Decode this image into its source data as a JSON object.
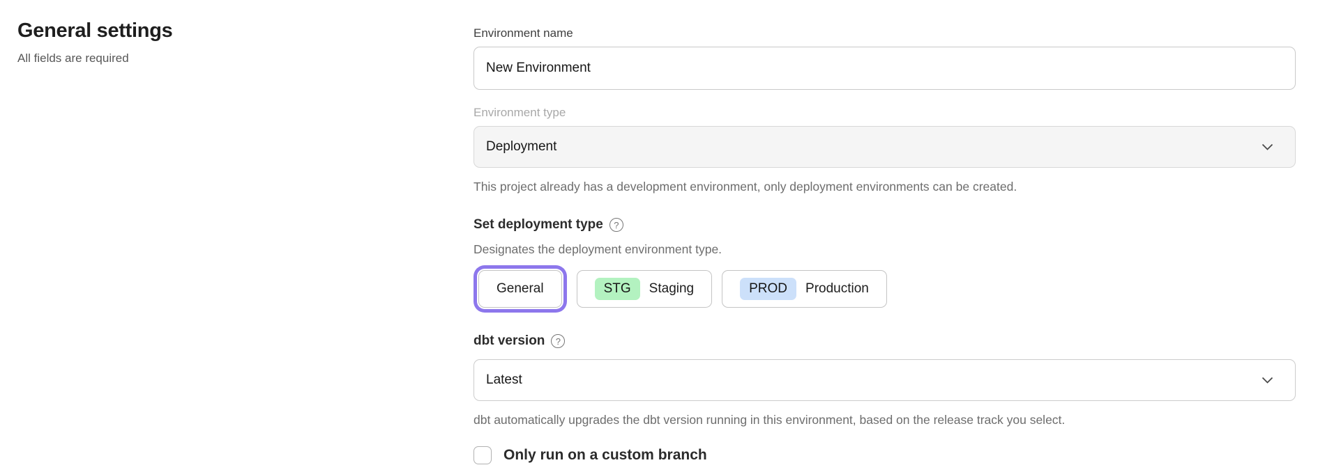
{
  "page": {
    "title": "General settings",
    "subtitle": "All fields are required"
  },
  "form": {
    "environment_name": {
      "label": "Environment name",
      "value": "New Environment"
    },
    "environment_type": {
      "label": "Environment type",
      "value": "Deployment",
      "state": "disabled",
      "helper": "This project already has a development environment, only deployment environments can be created."
    },
    "deployment_type": {
      "label": "Set deployment type",
      "helper": "Designates the deployment environment type.",
      "options": [
        {
          "label": "General",
          "badge": "",
          "selected": true
        },
        {
          "label": "Staging",
          "badge": "STG",
          "badge_color": "#b3f2c0",
          "selected": false
        },
        {
          "label": "Production",
          "badge": "PROD",
          "badge_color": "#cce0fa",
          "selected": false
        }
      ]
    },
    "dbt_version": {
      "label": "dbt version",
      "value": "Latest",
      "helper": "dbt automatically upgrades the dbt version running in this environment, based on the release track you select."
    },
    "custom_branch": {
      "label": "Only run on a custom branch",
      "checked": false
    }
  },
  "icons": {
    "help": "?"
  },
  "colors": {
    "accent": "#8d77ec",
    "staging_badge": "#b3f2c0",
    "production_badge": "#cce0fa"
  }
}
